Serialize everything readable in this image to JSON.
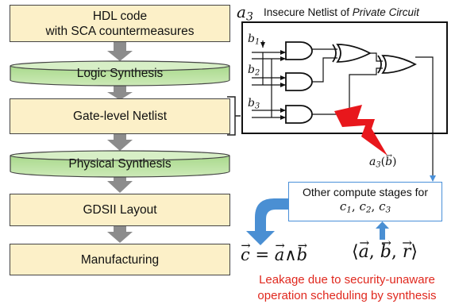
{
  "flow": {
    "stages": [
      {
        "id": "hdl",
        "kind": "box",
        "lines": [
          "HDL code",
          "with SCA countermeasures"
        ]
      },
      {
        "id": "logic",
        "kind": "tool",
        "lines": [
          "Logic Synthesis"
        ]
      },
      {
        "id": "netlist",
        "kind": "box",
        "lines": [
          "Gate-level Netlist"
        ]
      },
      {
        "id": "physical",
        "kind": "tool",
        "lines": [
          "Physical Synthesis"
        ]
      },
      {
        "id": "gdsii",
        "kind": "box",
        "lines": [
          "GDSII Layout"
        ]
      },
      {
        "id": "manufacturing",
        "kind": "box",
        "lines": [
          "Manufacturing"
        ]
      }
    ],
    "colors": {
      "box_fill": "#fcf0c8",
      "tool_fill": "#bfe3a5",
      "arrow": "#8c8c8c"
    }
  },
  "netlist": {
    "title_prefix": "Insecure Netlist of ",
    "title_emphasis": "Private Circuit",
    "output_var": "a",
    "output_sub": "3",
    "inputs": [
      {
        "var": "b",
        "sub": "1"
      },
      {
        "var": "b",
        "sub": "2"
      },
      {
        "var": "b",
        "sub": "3"
      }
    ],
    "leak_label": {
      "var": "a",
      "sub": "3",
      "arg": "b"
    }
  },
  "compute": {
    "line1": "Other compute stages for",
    "vars": [
      {
        "var": "c",
        "sub": "1"
      },
      {
        "var": "c",
        "sub": "2"
      },
      {
        "var": "c",
        "sub": "3"
      }
    ]
  },
  "equation": {
    "lhs": "c",
    "rhs_a": "a",
    "rhs_b": "b",
    "op": "∧"
  },
  "tuple": {
    "items": [
      "a",
      "b",
      "r"
    ]
  },
  "leakage": {
    "line1": "Leakage due to security-unaware",
    "line2": "operation scheduling by synthesis",
    "color": "#e0281e"
  }
}
